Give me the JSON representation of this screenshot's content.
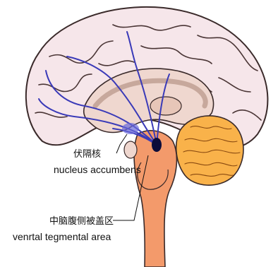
{
  "labels": {
    "nucleus_accumbens_cn": "伏隔核",
    "nucleus_accumbens_en": "nucleus accumbens",
    "vta_cn": "中脑腹侧被盖区",
    "vta_en": "venrtal tegmental area"
  },
  "colors": {
    "cortex_fill": "#f6e6ea",
    "outline": "#3a2a2a",
    "inner_fill": "#efd7cf",
    "brainstem": "#f39a6b",
    "cerebellum": "#f9b24a",
    "pathway": "#3a3ab8",
    "nucleus": "#0c0c3a"
  }
}
